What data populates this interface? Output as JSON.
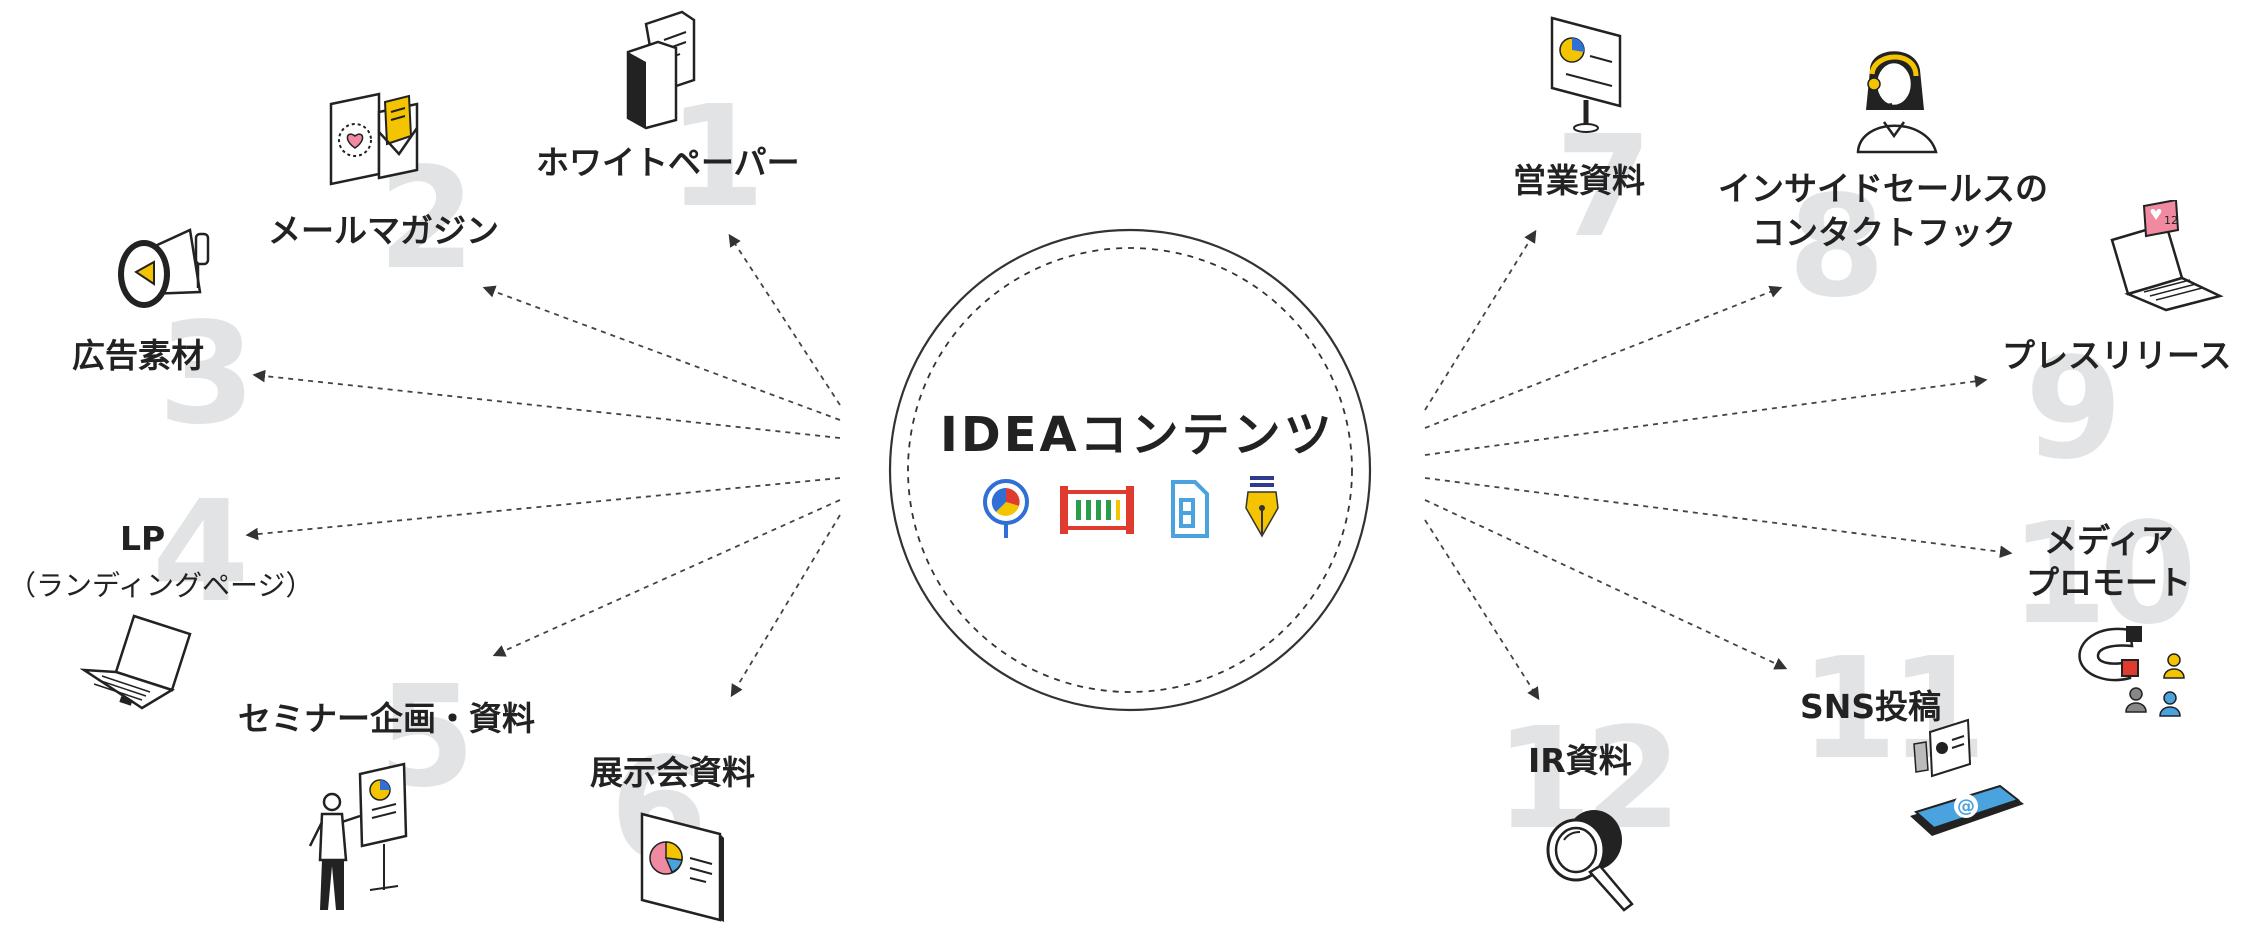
{
  "hub": {
    "title": "IDEAコンテンツ",
    "brand_icons": [
      "map-pin-chart-icon",
      "film-strip-chart-icon",
      "document-icon",
      "pen-nib-icon"
    ]
  },
  "items": [
    {
      "number": "1",
      "label": "ホワイトペーパー",
      "icon": "folder-documents-icon"
    },
    {
      "number": "2",
      "label": "メールマガジン",
      "icon": "envelope-heart-icon"
    },
    {
      "number": "3",
      "label": "広告素材",
      "icon": "megaphone-icon"
    },
    {
      "number": "4",
      "label": "LP",
      "sublabel": "（ランディングページ）",
      "icon": "laptop-icon"
    },
    {
      "number": "5",
      "label": "セミナー企画・資料",
      "icon": "presenter-board-icon"
    },
    {
      "number": "6",
      "label": "展示会資料",
      "icon": "pie-chart-panel-icon"
    },
    {
      "number": "7",
      "label": "営業資料",
      "icon": "presentation-stand-icon"
    },
    {
      "number": "8",
      "label": "インサイドセールスの",
      "label2": "コンタクトフック",
      "icon": "headset-operator-icon"
    },
    {
      "number": "9",
      "label": "プレスリリース",
      "icon": "laptop-notification-icon"
    },
    {
      "number": "10",
      "label": "メディア",
      "label2": "プロモート",
      "icon": "magnet-people-icon"
    },
    {
      "number": "11",
      "label": "SNS投稿",
      "icon": "smartphone-at-icon"
    },
    {
      "number": "12",
      "label": "IR資料",
      "icon": "magnifier-icon"
    }
  ],
  "colors": {
    "text": "#222222",
    "number": "#e2e3e5",
    "line": "#444444",
    "accent_yellow": "#f5c400",
    "accent_blue": "#2f6fd6",
    "accent_red": "#e03b2f",
    "accent_green": "#2a9d4a",
    "accent_lightblue": "#4aa3df"
  }
}
